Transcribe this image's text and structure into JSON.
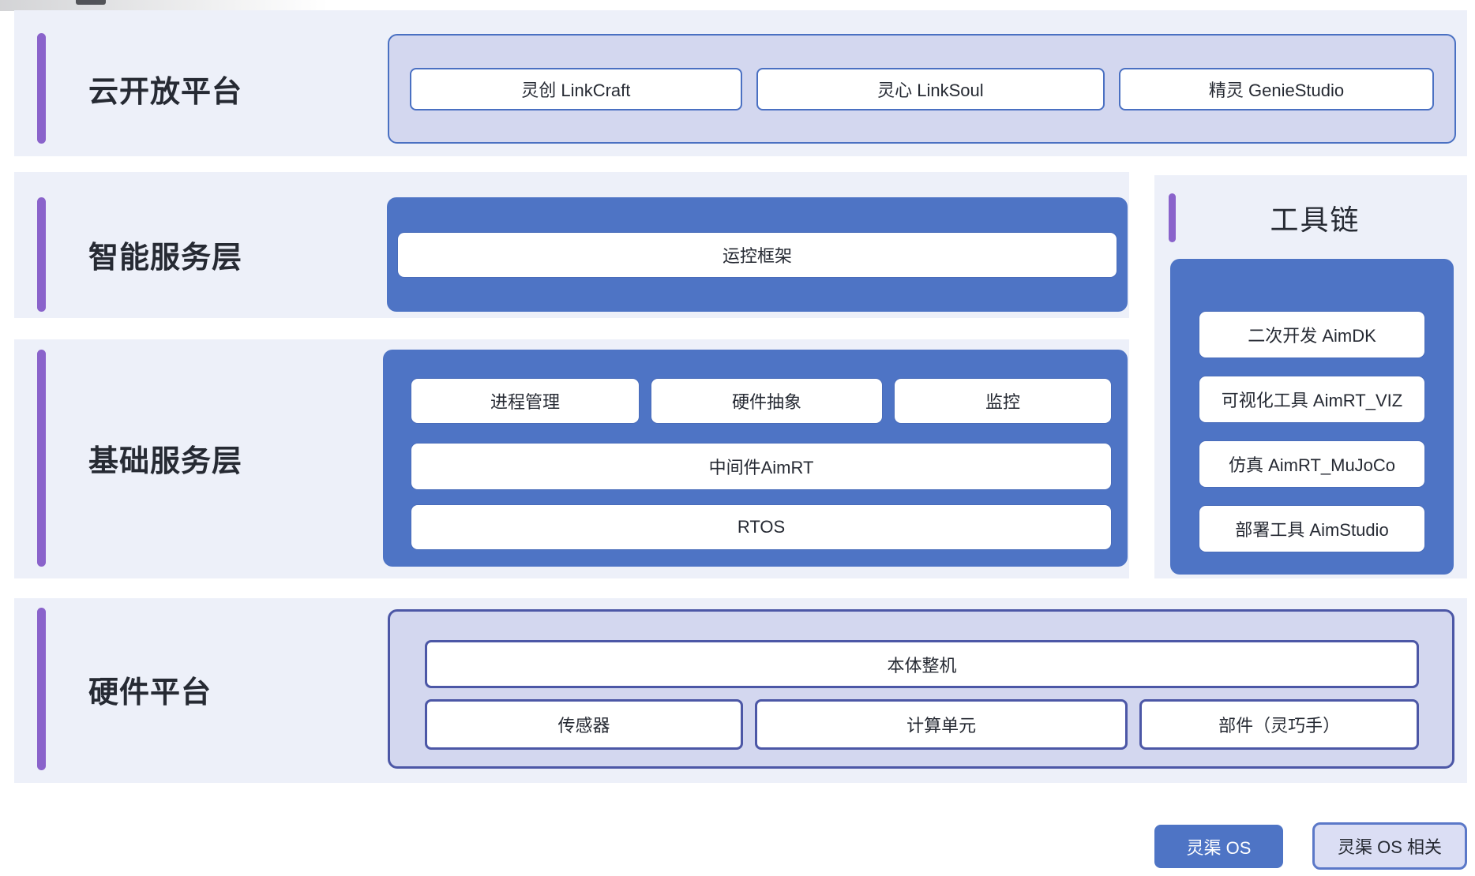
{
  "rows": [
    {
      "label": "云开放平台",
      "boxes": [
        "灵创 LinkCraft",
        "灵心 LinkSoul",
        "精灵 GenieStudio"
      ]
    },
    {
      "label": "智能服务层",
      "boxes": [
        "运控框架"
      ]
    },
    {
      "label": "基础服务层",
      "top_boxes": [
        "进程管理",
        "硬件抽象",
        "监控"
      ],
      "mid_box": "中间件AimRT",
      "bottom_box": "RTOS"
    },
    {
      "label": "硬件平台",
      "top_box": "本体整机",
      "bottom_boxes": [
        "传感器",
        "计算单元",
        "部件（灵巧手）"
      ]
    }
  ],
  "toolchain": {
    "title": "工具链",
    "boxes": [
      "二次开发 AimDK",
      "可视化工具 AimRT_VIZ",
      "仿真 AimRT_MuJoCo",
      "部署工具 AimStudio"
    ]
  },
  "legend": {
    "os_label": "灵渠 OS",
    "related_label": "灵渠 OS 相关"
  },
  "colors": {
    "blue": "#4e74c5",
    "lavender": "#d3d7ef",
    "row_bg": "#edf0f9",
    "purple": "#8a63cb",
    "blue_border": "#4a70c2",
    "indigo_border": "#4c57a6",
    "ink": "#262a33"
  }
}
